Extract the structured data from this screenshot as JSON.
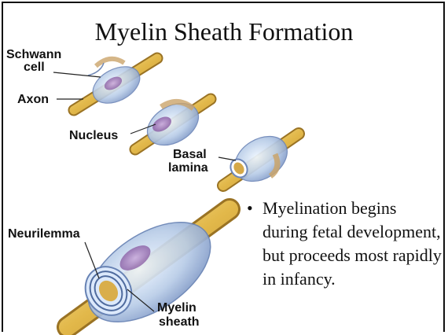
{
  "slide": {
    "title": "Myelin Sheath Formation",
    "bullet": "Myelination begins during fetal development, but proceeds most rapidly in infancy."
  },
  "figure": {
    "labels": {
      "schwann_line1": "Schwann",
      "schwann_line2": "cell",
      "axon": "Axon",
      "nucleus": "Nucleus",
      "basal_line1": "Basal",
      "basal_line2": "lamina",
      "neurilemma": "Neurilemma",
      "myelin_line1": "Myelin",
      "myelin_line2": "sheath"
    }
  }
}
